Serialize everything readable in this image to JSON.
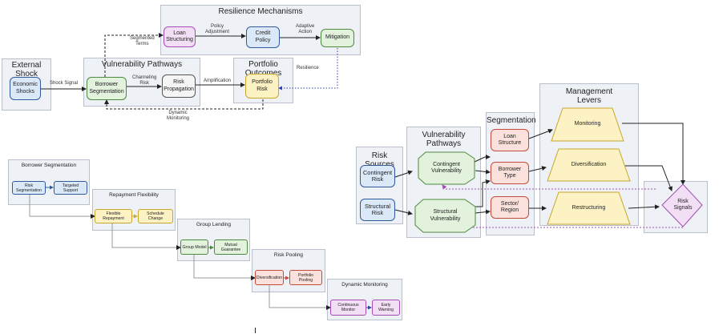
{
  "top": {
    "external_shock": {
      "title": "External Shock",
      "economic_shocks": "Economic\nShocks"
    },
    "vulnerability": {
      "title": "Vulnerability Pathways",
      "borrower_segmentation": "Borrower\nSegmentation",
      "risk_propagation": "Risk\nPropagation"
    },
    "resilience": {
      "title": "Resilience Mechanisms",
      "loan_structuring": "Loan\nStructuring",
      "credit_policy": "Credit\nPolicy",
      "mitigation": "Mitigation"
    },
    "portfolio": {
      "title": "Portfolio Outcomes",
      "portfolio_risk": "Portfolio\nRisk"
    },
    "edges": {
      "shock_signal": "Shock Signal",
      "channeling_risk": "Channeling\nRisk",
      "amplification": "Amplification",
      "segmented_terms": "Segmented\nTerms",
      "policy_adjustment": "Policy\nAdjustment",
      "adaptive_action": "Adaptive\nAction",
      "resilience": "Resilience",
      "dynamic_monitoring": "Dynamic\nMonitoring"
    }
  },
  "flow": {
    "borrower_segmentation": {
      "title": "Borrower Segmentation",
      "a": "Risk Segmentation",
      "b": "Targeted Support"
    },
    "repayment_flexibility": {
      "title": "Repayment Flexibility",
      "a": "Flexible Repayment",
      "b": "Schedule Change"
    },
    "group_lending": {
      "title": "Group Lending",
      "a": "Group Model",
      "b": "Mutual Guarantee"
    },
    "risk_pooling": {
      "title": "Risk Pooling",
      "a": "Diversification",
      "b": "Portfolio Pooling"
    },
    "dynamic_monitoring": {
      "title": "Dynamic Monitoring",
      "a": "Continuous Monitor",
      "b": "Early Warning"
    }
  },
  "right": {
    "risk_sources": {
      "title": "Risk Sources",
      "contingent": "Contingent\nRisk",
      "structural": "Structural\nRisk"
    },
    "vulnerability": {
      "title": "Vulnerability\nPathways",
      "contingent": "Contingent\nVulnerability",
      "structural": "Structural\nVulnerability"
    },
    "segmentation": {
      "title": "Segmentation",
      "loan_structure": "Loan\nStructure",
      "borrower_type": "Borrower\nType",
      "sector_region": "Sector/\nRegion"
    },
    "management": {
      "title": "Management\nLevers",
      "monitoring": "Monitoring",
      "diversification": "Diversification",
      "restructuring": "Restructuring"
    },
    "risk_signals": "Risk\nSignals"
  },
  "colors": {
    "blue": "#2f5b9e",
    "purple": "#a24fb3",
    "green": "#4d8a3f",
    "yellow": "#c8a72a",
    "red": "#c44b3c",
    "group_bg": "#eef1f6"
  }
}
